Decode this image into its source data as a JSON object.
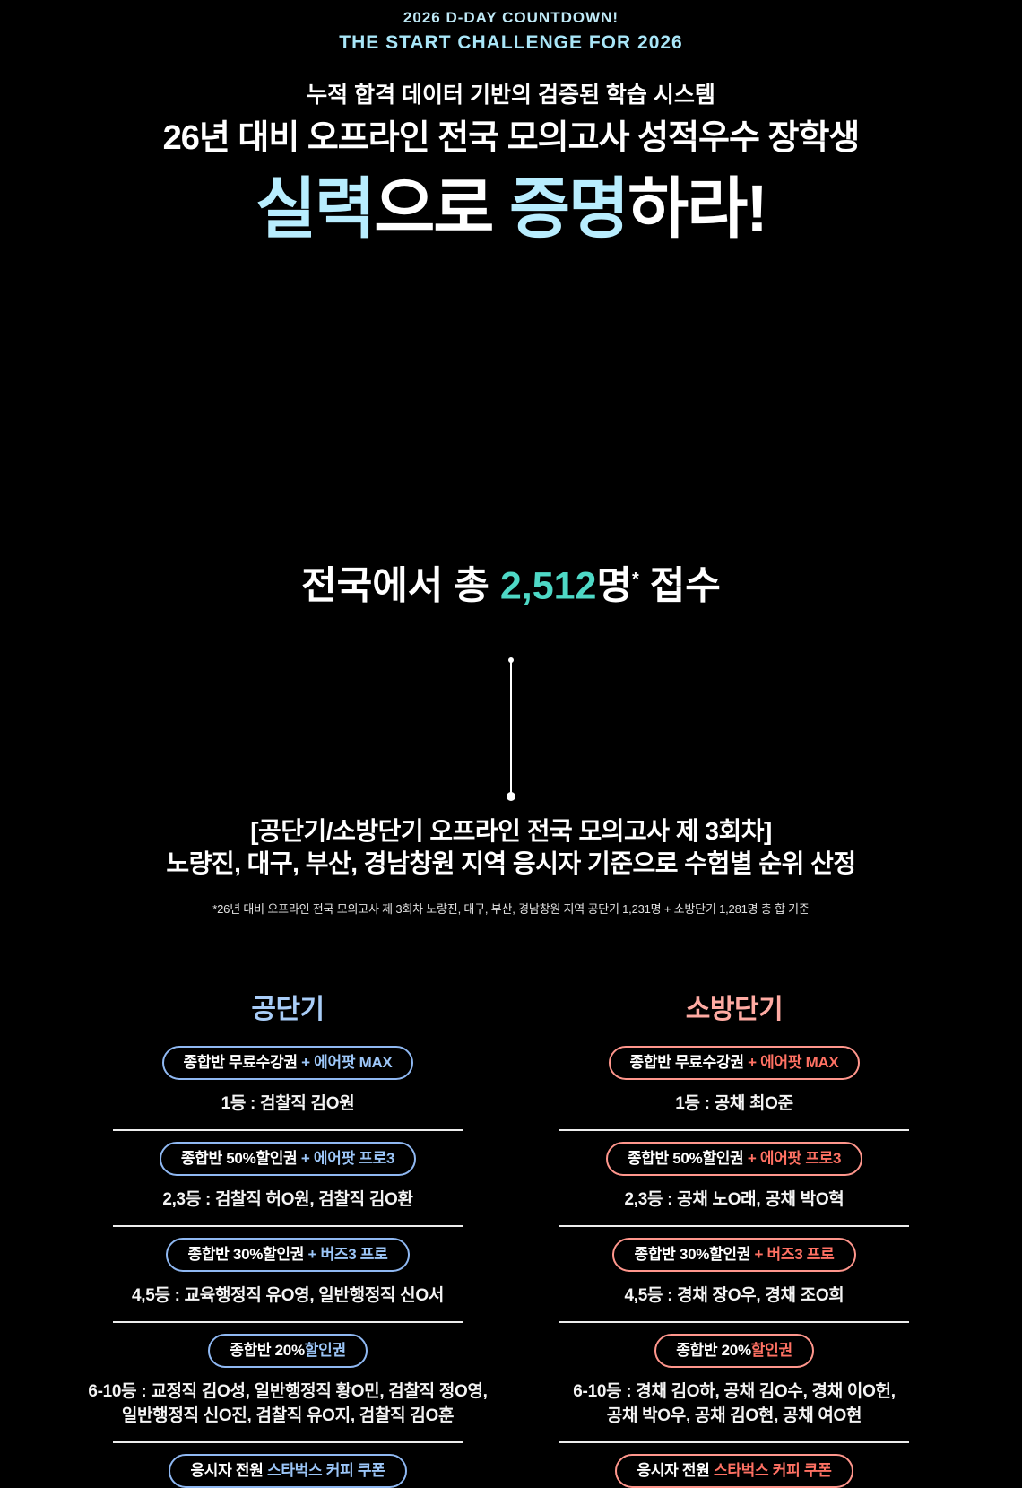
{
  "colors": {
    "background": "#000000",
    "cyan_kicker": "#a9e6f8",
    "headline_accent": "#b8edfe",
    "count_teal": "#4ed8c6",
    "gongdangi_accent": "#a9cdf8",
    "sobangdangi_accent": "#ff7163"
  },
  "header": {
    "kicker": "2026 D-DAY COUNTDOWN!",
    "kicker2": "THE START CHALLENGE FOR 2026",
    "subtitle": "누적 합격 데이터 기반의 검증된 학습 시스템",
    "title": "26년 대비 오프라인 전국 모의고사 성적우수 장학생",
    "headline": {
      "accent1": "실력",
      "plain1": "으로 ",
      "accent2": "증명",
      "plain2": "하라!"
    }
  },
  "stats": {
    "prefix": "전국에서 총 ",
    "count": "2,512",
    "unit": "명",
    "star": "*",
    "tail": " 접수"
  },
  "notice": {
    "line1": "[공단기/소방단기 오프라인 전국 모의고사 제 3회차]",
    "line2": "노량진, 대구, 부산, 경남창원 지역 응시자 기준으로 수험별 순위 산정",
    "footnote": "*26년 대비 오프라인 전국 모의고사 제 3회차 노량진, 대구, 부산, 경남창원 지역 공단기 1,231명 + 소방단기 1,281명 총 합 기준"
  },
  "columns": [
    {
      "name": "공단기",
      "tiers": [
        {
          "badge_plain": "종합반 무료수강권 ",
          "badge_accent": "+ 에어팟 MAX",
          "winners": "1등 : 검찰직 김O원",
          "winners2": ""
        },
        {
          "badge_plain": "종합반 50%할인권 ",
          "badge_accent": "+ 에어팟 프로3",
          "winners": "2,3등 : 검찰직 허O원, 검찰직 김O환",
          "winners2": ""
        },
        {
          "badge_plain": "종합반 30%할인권 ",
          "badge_accent": "+ 버즈3 프로",
          "winners": "4,5등 : 교육행정직 유O영, 일반행정직 신O서",
          "winners2": ""
        },
        {
          "badge_plain": "종합반 20%",
          "badge_accent": "할인권",
          "winners": "6-10등 : 교정직 김O성, 일반행정직 황O민, 검찰직 정O영,",
          "winners2": "일반행정직 신O진, 검찰직 유O지, 검찰직 김O훈"
        }
      ],
      "footer_badge": {
        "plain": "응시자 전원 ",
        "accent": "스타벅스 커피 쿠폰"
      }
    },
    {
      "name": "소방단기",
      "tiers": [
        {
          "badge_plain": "종합반 무료수강권 ",
          "badge_accent": "+ 에어팟 MAX",
          "winners": "1등 : 공채 최O준",
          "winners2": ""
        },
        {
          "badge_plain": "종합반 50%할인권 ",
          "badge_accent": "+ 에어팟 프로3",
          "winners": "2,3등 : 공채 노O래, 공채 박O혁",
          "winners2": ""
        },
        {
          "badge_plain": "종합반 30%할인권 ",
          "badge_accent": "+ 버즈3 프로",
          "winners": "4,5등 : 경채 장O우, 경채 조O희",
          "winners2": ""
        },
        {
          "badge_plain": "종합반 20%",
          "badge_accent": "할인권",
          "winners": "6-10등 : 경채 김O하, 공채 김O수, 경채 이O헌,",
          "winners2": "공채 박O우, 공채 김O현, 공채 여O현"
        }
      ],
      "footer_badge": {
        "plain": "응시자 전원 ",
        "accent": "스타벅스 커피 쿠폰"
      }
    }
  ]
}
